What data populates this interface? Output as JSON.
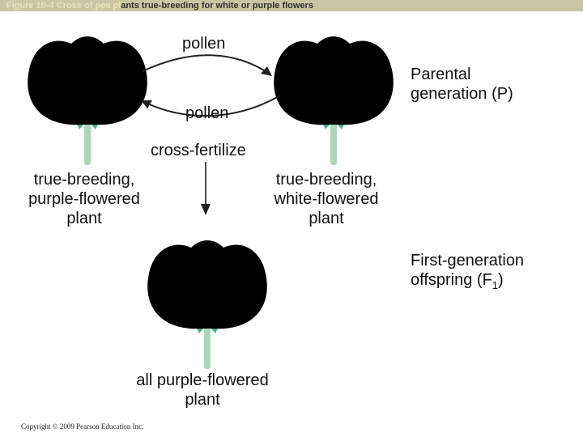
{
  "figure": {
    "title_part1": "Figure 10-4 Cross of pea pl",
    "title_part2": "ants true-breeding for white or purple flowers"
  },
  "labels": {
    "pollen_top": "pollen",
    "pollen_bottom": "pollen",
    "parental_line1": "Parental",
    "parental_line2": "generation (P)",
    "cross_fertilize": "cross-fertilize",
    "purple_line1": "true-breeding,",
    "purple_line2": "purple-flowered",
    "purple_line3": "plant",
    "white_line1": "true-breeding,",
    "white_line2": "white-flowered",
    "white_line3": "plant",
    "f1_line1": "First-generation",
    "f1_line2": "offspring (F",
    "f1_sub": "1",
    "f1_close": ")",
    "offspring_line1": "all purple-flowered",
    "offspring_line2": "plant"
  },
  "copyright": "Copyright © 2009 Pearson Education Inc.",
  "colors": {
    "purple_petal": "#b89ad6",
    "purple_edge": "#7e5ea8",
    "white_petal": "#d6ebf8",
    "white_edge": "#8fbfdd",
    "sepal": "#48b888",
    "stem": "#a8d8b8",
    "arrow": "#222222"
  }
}
